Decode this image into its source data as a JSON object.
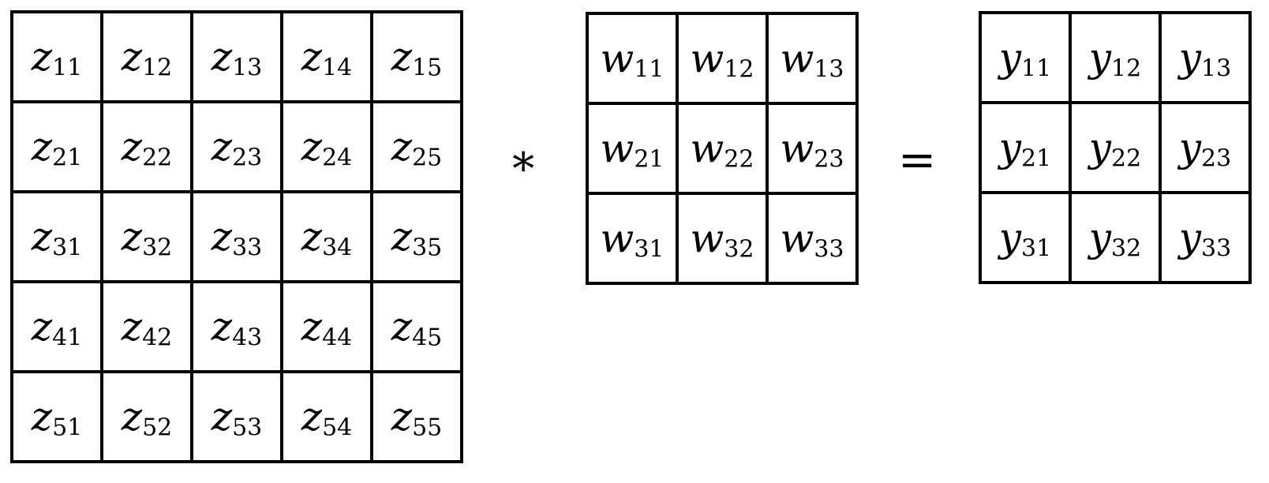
{
  "figure": {
    "background": "#ffffff",
    "line_color": "#000000",
    "text_color": "#000000",
    "input_matrix": {
      "rows": 5,
      "cols": 5,
      "cells": [
        [
          "z11",
          "z12",
          "z13",
          "z14",
          "z15"
        ],
        [
          "z21",
          "z22",
          "z23",
          "z24",
          "z25"
        ],
        [
          "z31",
          "z32",
          "z33",
          "z34",
          "z35"
        ],
        [
          "z41",
          "z42",
          "z43",
          "z44",
          "z45"
        ],
        [
          "z51",
          "z52",
          "z53",
          "z54",
          "z55"
        ]
      ]
    },
    "convolution_operator": "∗",
    "kernel_matrix": {
      "rows": 3,
      "cols": 3,
      "cells": [
        [
          "w11",
          "w12",
          "w13"
        ],
        [
          "w21",
          "w22",
          "w23"
        ],
        [
          "w31",
          "w32",
          "w33"
        ]
      ]
    },
    "equals_sign": "=",
    "output_matrix": {
      "rows": 3,
      "cols": 3,
      "cells": [
        [
          "y11",
          "y12",
          "y13"
        ],
        [
          "y21",
          "y22",
          "y23"
        ],
        [
          "y31",
          "y32",
          "y33"
        ]
      ]
    }
  }
}
